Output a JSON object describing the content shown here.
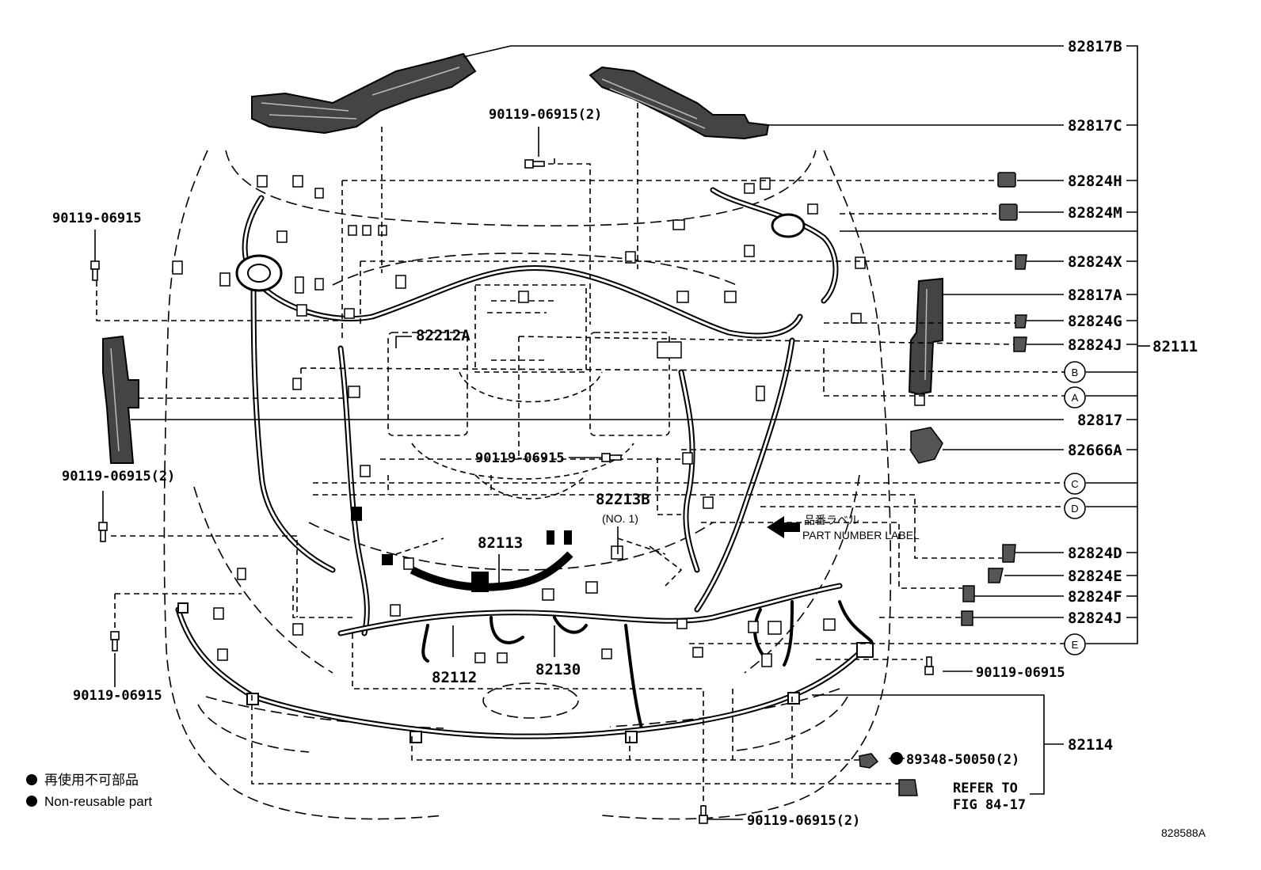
{
  "diagram": {
    "id_code": "828588A",
    "labels_right": [
      {
        "key": "82817b",
        "text": "82817B"
      },
      {
        "key": "82817c",
        "text": "82817C"
      },
      {
        "key": "82824h",
        "text": "82824H"
      },
      {
        "key": "82824m",
        "text": "82824M"
      },
      {
        "key": "82824x",
        "text": "82824X"
      },
      {
        "key": "82817a",
        "text": "82817A"
      },
      {
        "key": "82824g",
        "text": "82824G"
      },
      {
        "key": "82824j_top",
        "text": "82824J"
      },
      {
        "key": "82817",
        "text": "82817"
      },
      {
        "key": "82666a",
        "text": "82666A"
      },
      {
        "key": "82824d",
        "text": "82824D"
      },
      {
        "key": "82824e",
        "text": "82824E"
      },
      {
        "key": "82824f",
        "text": "82824F"
      },
      {
        "key": "82824j_bot",
        "text": "82824J"
      },
      {
        "key": "82114",
        "text": "82114"
      }
    ],
    "group_label": "82111",
    "circle_refs": [
      "B",
      "A",
      "C",
      "D",
      "E"
    ],
    "labels_center": {
      "l_82212a": "82212A",
      "l_82213b": "82213B",
      "l_no1": "(NO. 1)",
      "l_82113": "82113",
      "l_82112": "82112",
      "l_82130": "82130"
    },
    "bolts": {
      "top_center": "90119-06915(2)",
      "left_upper": "90119-06915",
      "left_mid": "90119-06915(2)",
      "left_lower": "90119-06915",
      "center": "90119-06915",
      "right_lower": "90119-06915",
      "bottom_center": "90119-06915(2)"
    },
    "clip_label": "89348-50050(2)",
    "part_number_label_jp": "品番ラベル",
    "part_number_label_en": "PART NUMBER LABEL",
    "refer_line1": "REFER TO",
    "refer_line2": "FIG 84-17",
    "legend_jp": "再使用不可部品",
    "legend_en": "Non-reusable part"
  }
}
